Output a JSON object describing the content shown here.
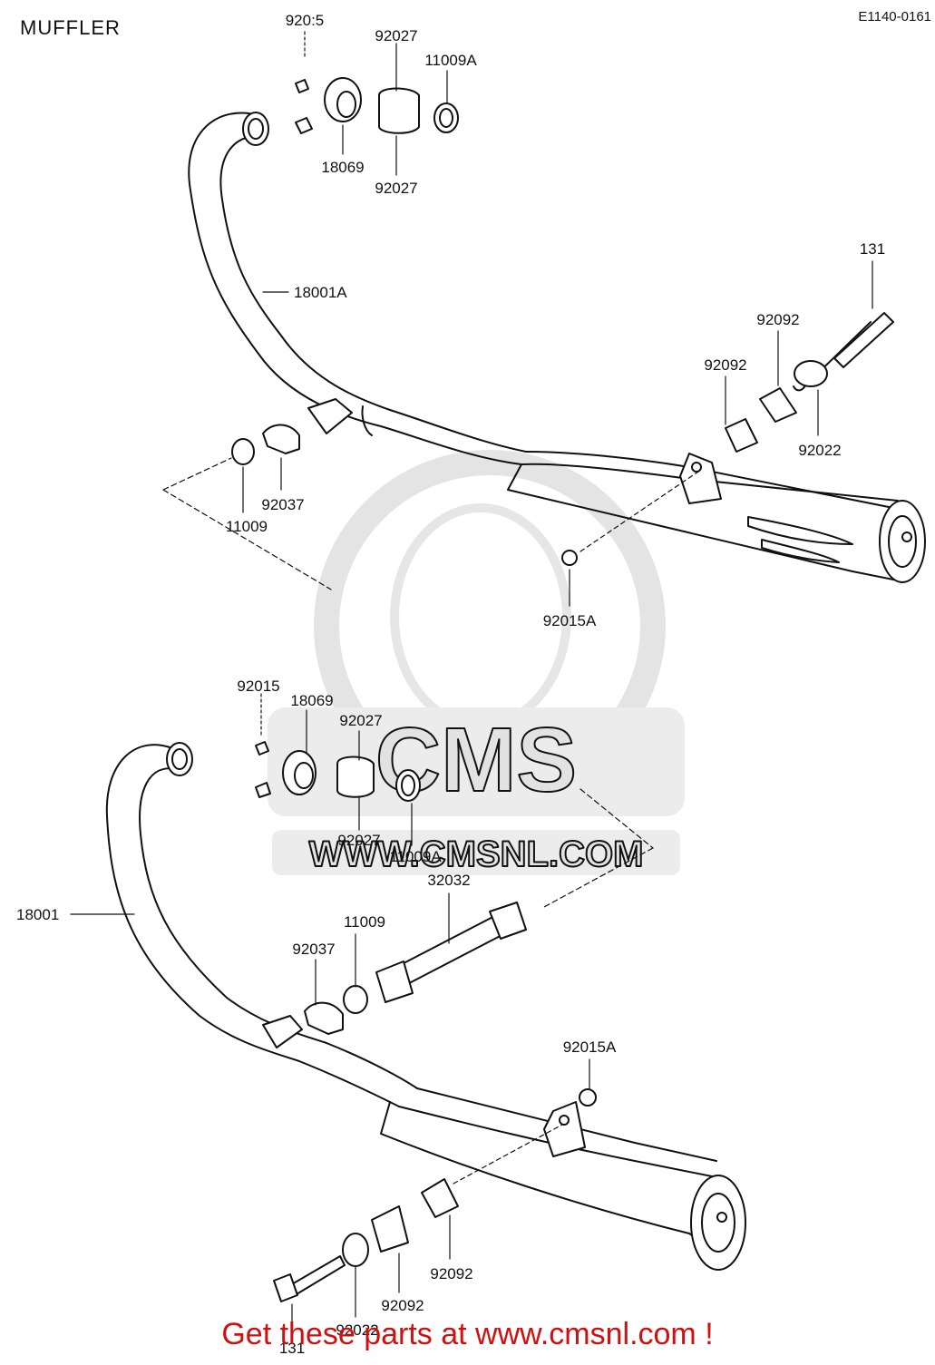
{
  "header": {
    "title": "MUFFLER",
    "diagram_code": "E1140-0161"
  },
  "watermark": {
    "brand": "CMS",
    "site": "WWW.CMSNL.COM"
  },
  "footer": {
    "text": "Get these parts at www.cmsnl.com !"
  },
  "callouts": {
    "c_92015_top": "920:5",
    "c_92027_top_a": "92027",
    "c_11009a_top": "11009A",
    "c_18069_top": "18069",
    "c_92027_top_b": "92027",
    "c_131_top": "131",
    "c_18001a": "18001A",
    "c_92092_top_a": "92092",
    "c_92092_top_b": "92092",
    "c_92022_top": "92022",
    "c_92037_top": "92037",
    "c_11009_top": "11009",
    "c_92015a_top": "92015A",
    "c_92015_bot": "92015",
    "c_18069_bot": "18069",
    "c_92027_bot_a": "92027",
    "c_92027_bot_b": "92027",
    "c_11009a_bot": "11009A",
    "c_32032": "32032",
    "c_18001": "18001",
    "c_11009_bot": "11009",
    "c_92037_bot": "92037",
    "c_92015a_bot": "92015A",
    "c_92092_bot_a": "92092",
    "c_92092_bot_b": "92092",
    "c_92022_bot": "92022",
    "c_131_bot": "131"
  }
}
